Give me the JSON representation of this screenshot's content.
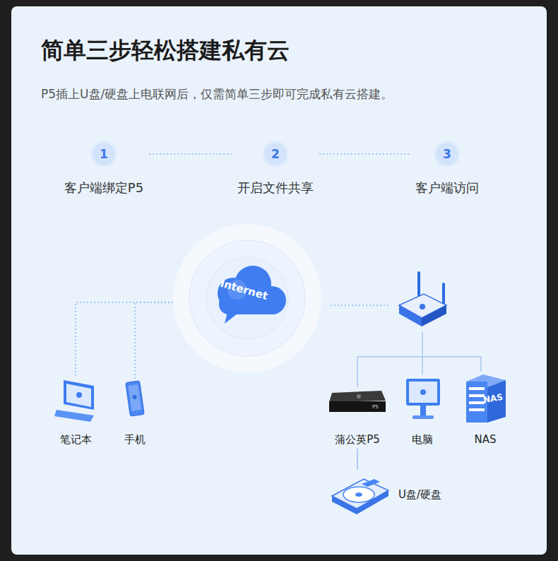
{
  "diagram": {
    "title": "简单三步轻松搭建私有云",
    "nodes": [
      {
        "text": [
          "1",
          "客户端绑定P5"
        ]
      },
      {
        "text": [
          "2",
          "开启文件共享"
        ]
      },
      {
        "text": [
          "3",
          "客户端访问"
        ]
      },
      {
        "text": [
          "Internet"
        ]
      },
      {
        "text": [
          "笔记本"
        ]
      },
      {
        "text": [
          "手机"
        ]
      },
      {
        "text": [
          "蒲公英P5"
        ]
      },
      {
        "text": [
          "电脑"
        ]
      },
      {
        "text": [
          "NAS",
          "NAS"
        ]
      },
      {
        "text": [
          "U盘/硬盘"
        ]
      }
    ],
    "edges": [
      {
        "from": 0,
        "to": 1,
        "arrow": "none"
      },
      {
        "from": 1,
        "to": 2,
        "arrow": "none"
      },
      {
        "from": 3,
        "to": 4,
        "arrow": "none"
      },
      {
        "from": 3,
        "to": 5,
        "arrow": "none"
      },
      {
        "from": 6,
        "to": 9,
        "arrow": "none"
      }
    ],
    "labels": [
      "P5插上U盘/硬盘上电联网后，仅需简单三步即可完成私有云搭建。",
      "P5"
    ]
  }
}
